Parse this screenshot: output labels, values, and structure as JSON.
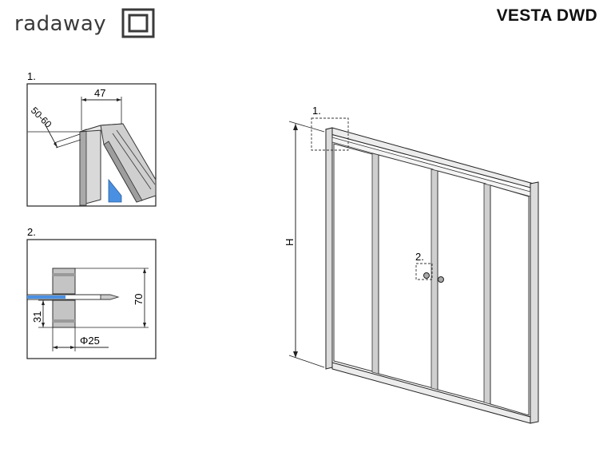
{
  "header": {
    "brand": "radaway",
    "model": "VESTA DWD"
  },
  "details": [
    {
      "label": "1.",
      "dimensions": {
        "width": "47",
        "depth": "50-60"
      }
    },
    {
      "label": "2.",
      "dimensions": {
        "height": "70",
        "offset": "31",
        "diameter": "Φ25"
      }
    }
  ],
  "main_drawing": {
    "height_label": "H",
    "callouts": [
      "1.",
      "2."
    ]
  }
}
